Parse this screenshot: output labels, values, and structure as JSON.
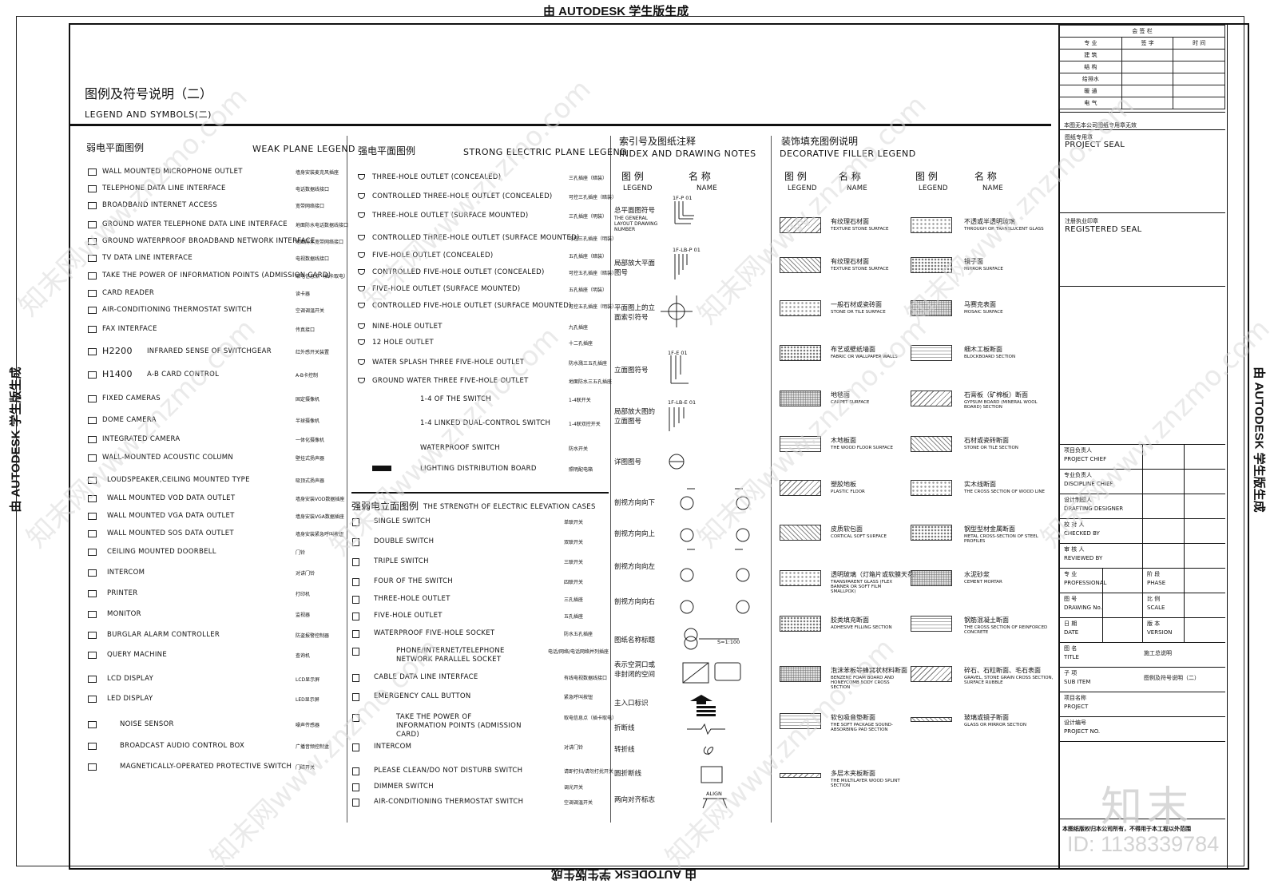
{
  "stamps": {
    "top": "由 AUTODESK 学生版生成",
    "bottom": "由 AUTODESK 学生版生成",
    "left": "由 AUTODESK 学生版生成",
    "right": "由 AUTODESK 学生版生成"
  },
  "title": {
    "zh": "图例及符号说明（二）",
    "en": "LEGEND AND SYMBOLS(二)"
  },
  "weak": {
    "zh": "弱电平面图例",
    "en": "WEAK PLANE LEGEND",
    "items": [
      {
        "en": "WALL MOUNTED MICROPHONE OUTLET",
        "zh": "墙身安装麦克风插座"
      },
      {
        "en": "TELEPHONE DATA LINE INTERFACE",
        "zh": "电话数据线接口"
      },
      {
        "en": "BROADBAND INTERNET ACCESS",
        "zh": "宽带网络接口"
      },
      {
        "en": "GROUND WATER TELEPHONE DATA LINE INTERFACE",
        "zh": "地面防水电话数据线接口"
      },
      {
        "en": "GROUND WATERPROOF BROADBAND NETWORK INTERFACE",
        "zh": "地面防水宽带网络接口"
      },
      {
        "en": "TV DATA LINE INTERFACE",
        "zh": "电视数据线接口"
      },
      {
        "en": "TAKE THE POWER OF INFORMATION POINTS (ADMISSION CARD)",
        "zh": "取电信息点（插卡取电）"
      },
      {
        "en": "CARD READER",
        "zh": "读卡器"
      },
      {
        "en": "AIR-CONDITIONING THERMOSTAT SWITCH",
        "zh": "空调调温开关"
      },
      {
        "en": "FAX INTERFACE",
        "zh": "传真接口"
      },
      {
        "en": "INFRARED SENSE OF SWITCHGEAR",
        "zh": "红外感开关装置",
        "code": "H2200"
      },
      {
        "en": "A-B CARD CONTROL",
        "zh": "A-B卡控制",
        "code": "H1400"
      },
      {
        "en": "FIXED CAMERAS",
        "zh": "固定摄像机"
      },
      {
        "en": "DOME CAMERA",
        "zh": "半球摄像机"
      },
      {
        "en": "INTEGRATED CAMERA",
        "zh": "一体化摄像机"
      },
      {
        "en": "WALL-MOUNTED ACOUSTIC COLUMN",
        "zh": "壁挂式扬声器"
      },
      {
        "en": "LOUDSPEAKER,CEILING MOUNTED TYPE",
        "zh": "吸顶式扬声器"
      },
      {
        "en": "WALL MOUNTED VOD DATA OUTLET",
        "zh": "墙身安装VOD数据插座"
      },
      {
        "en": "WALL MOUNTED VGA DATA OUTLET",
        "zh": "墙身安装VGA数据插座"
      },
      {
        "en": "WALL MOUNTED SOS DATA OUTLET",
        "zh": "墙身安装紧急呼叫按钮"
      },
      {
        "en": "CEILING MOUNTED DOORBELL",
        "zh": "门铃"
      },
      {
        "en": "INTERCOM",
        "zh": "对讲门铃"
      },
      {
        "en": "PRINTER",
        "zh": "打印机"
      },
      {
        "en": "MONITOR",
        "zh": "监视器"
      },
      {
        "en": "BURGLAR ALARM CONTROLLER",
        "zh": "防盗报警控制器"
      },
      {
        "en": "QUERY MACHINE",
        "zh": "查询机"
      },
      {
        "en": "LCD DISPLAY",
        "zh": "LCD显示屏"
      },
      {
        "en": "LED DISPLAY",
        "zh": "LED显示屏"
      },
      {
        "en": "NOISE SENSOR",
        "zh": "噪声传感器"
      },
      {
        "en": "BROADCAST AUDIO CONTROL BOX",
        "zh": "广播音频控制盒"
      },
      {
        "en": "MAGNETICALLY-OPERATED PROTECTIVE SWITCH",
        "zh": "门磁开关"
      }
    ]
  },
  "strong": {
    "zh": "强电平面图例",
    "en": "STRONG ELECTRIC PLANE LEGEND",
    "items": [
      {
        "en": "THREE-HOLE OUTLET (CONCEALED)",
        "zh": "三孔插座（暗装）"
      },
      {
        "en": "CONTROLLED THREE-HOLE OUTLET (CONCEALED)",
        "zh": "可控三孔插座（暗装）"
      },
      {
        "en": "THREE-HOLE OUTLET (SURFACE MOUNTED)",
        "zh": "三孔插座（明装）"
      },
      {
        "en": "CONTROLLED THREE-HOLE OUTLET (SURFACE MOUNTED)",
        "zh": "可控三孔插座（明装）"
      },
      {
        "en": "FIVE-HOLE OUTLET (CONCEALED)",
        "zh": "五孔插座（暗装）"
      },
      {
        "en": "CONTROLLED FIVE-HOLE OUTLET (CONCEALED)",
        "zh": "可控五孔插座（暗装）"
      },
      {
        "en": "FIVE-HOLE OUTLET (SURFACE MOUNTED)",
        "zh": "五孔插座（明装）"
      },
      {
        "en": "CONTROLLED FIVE-HOLE OUTLET (SURFACE MOUNTED)",
        "zh": "可控五孔插座（明装）"
      },
      {
        "en": "NINE-HOLE OUTLET",
        "zh": "九孔插座"
      },
      {
        "en": "12 HOLE OUTLET",
        "zh": "十二孔插座"
      },
      {
        "en": "WATER SPLASH THREE FIVE-HOLE OUTLET",
        "zh": "防水溅三五孔插座"
      },
      {
        "en": "GROUND WATER THREE FIVE-HOLE OUTLET",
        "zh": "地面防水三五孔插座"
      },
      {
        "en": "1-4 OF THE SWITCH",
        "zh": "1-4联开关"
      },
      {
        "en": "1-4 LINKED DUAL-CONTROL SWITCH",
        "zh": "1-4联双控开关"
      },
      {
        "en": "WATERPROOF SWITCH",
        "zh": "防水开关"
      },
      {
        "en": "LIGHTING DISTRIBUTION BOARD",
        "zh": "照明配电箱"
      }
    ]
  },
  "elev": {
    "zh": "强弱电立面图例",
    "en": "THE STRENGTH OF ELECTRIC ELEVATION CASES",
    "items": [
      {
        "en": "SINGLE SWITCH",
        "zh": "单联开关"
      },
      {
        "en": "DOUBLE SWITCH",
        "zh": "双联开关"
      },
      {
        "en": "TRIPLE SWITCH",
        "zh": "三联开关"
      },
      {
        "en": "FOUR OF THE SWITCH",
        "zh": "四联开关"
      },
      {
        "en": "THREE-HOLE OUTLET",
        "zh": "三孔插座"
      },
      {
        "en": "FIVE-HOLE OUTLET",
        "zh": "五孔插座"
      },
      {
        "en": "WATERPROOF FIVE-HOLE SOCKET",
        "zh": "防水五孔插座"
      },
      {
        "en": "PHONE/INTERNET/TELEPHONE NETWORK PARALLEL SOCKET",
        "zh": "电话/网络/电话网络并列插座"
      },
      {
        "en": "CABLE DATA LINE INTERFACE",
        "zh": "有线电视数据线接口"
      },
      {
        "en": "EMERGENCY CALL BUTTON",
        "zh": "紧急呼叫按钮"
      },
      {
        "en": "TAKE THE POWER OF INFORMATION POINTS (ADMISSION CARD)",
        "zh": "取电信息点（插卡取电）"
      },
      {
        "en": "INTERCOM",
        "zh": "对讲门铃"
      },
      {
        "en": "PLEASE CLEAN/DO NOT DISTURB SWITCH",
        "zh": "请即打扫/请勿打扰开关"
      },
      {
        "en": "DIMMER SWITCH",
        "zh": "调光开关"
      },
      {
        "en": "AIR-CONDITIONING THERMOSTAT SWITCH",
        "zh": "空调调温开关"
      }
    ]
  },
  "index": {
    "zh": "索引号及图纸注释",
    "en": "INDEX AND DRAWING NOTES",
    "col1": "图 例",
    "col1en": "LEGEND",
    "col2": "名 称",
    "col2en": "NAME",
    "items": [
      {
        "zh": "总平面图符号",
        "en": "THE GENERAL LAYOUT DRAWING NUMBER"
      },
      {
        "zh": "局部放大平面图号"
      },
      {
        "zh": "平面图上的立面索引符号"
      },
      {
        "zh": "立面图符号"
      },
      {
        "zh": "局部放大图的立面图号"
      },
      {
        "zh": "详图图号"
      },
      {
        "zh": "剖视方向向下"
      },
      {
        "zh": "剖视方向向上"
      },
      {
        "zh": "剖视方向向左"
      },
      {
        "zh": "剖视方向向右"
      },
      {
        "zh": "图纸名称标题"
      },
      {
        "zh": "表示空洞口或非封闭的空间"
      },
      {
        "zh": "主入口标识"
      },
      {
        "zh": "折断线"
      },
      {
        "zh": "转折线"
      },
      {
        "zh": "圆折断线"
      },
      {
        "zh": "两向对齐标志"
      }
    ],
    "codes": [
      "1F-P 01",
      "1F-LB-P 01",
      "1F-E 01",
      "1F-LB-E 01",
      "S=1:100"
    ],
    "align": "ALIGN"
  },
  "filler": {
    "zh": "装饰填充图例说明",
    "en": "DECORATIVE FILLER LEGEND",
    "col1": "图 例",
    "col1en": "LEGEND",
    "col2": "名 称",
    "col2en": "NAME",
    "left": [
      {
        "zh": "有纹理石材面",
        "en": "TEXTURE STONE SURFACE"
      },
      {
        "zh": "有纹理石材面",
        "en": "TEXTURE STONE SURFACE"
      },
      {
        "zh": "一般石材或瓷砖面",
        "en": "STONE OR TILE SURFACE"
      },
      {
        "zh": "布艺或壁纸墙面",
        "en": "FABRIC OR WALLPAPER WALLS"
      },
      {
        "zh": "地毯面",
        "en": "CARPET SURFACE"
      },
      {
        "zh": "木地板面",
        "en": "THE WOOD FLOOR SURFACE"
      },
      {
        "zh": "塑胶地板",
        "en": "PLASTIC FLOOR"
      },
      {
        "zh": "皮质软包面",
        "en": "CORTICAL SOFT SURFACE"
      },
      {
        "zh": "透明玻璃（灯箱片或软膜天花）",
        "en": "TRANSPARENT GLASS (FLEX BANNER OR SOFT FILM SMALLPOX)"
      },
      {
        "zh": "胶类填充断面",
        "en": "ADHESIVE FILLING SECTION"
      },
      {
        "zh": "泡沫苯板等蜂窝状材料断面",
        "en": "BENZENE FOAM BOARD AND HONEYCOMB BODY CROSS SECTION"
      },
      {
        "zh": "软包吸音垫断面",
        "en": "THE SOFT PACKAGE SOUND-ABSORBING PAD SECTION"
      },
      {
        "zh": "多层木夹板断面",
        "en": "THE MULTILAYER WOOD SPLINT SECTION"
      }
    ],
    "right": [
      {
        "zh": "不透或半透明玻璃",
        "en": "THROUGH OR TRANSLUCENT GLASS"
      },
      {
        "zh": "镜子面",
        "en": "MIRROR SURFACE"
      },
      {
        "zh": "马赛克表面",
        "en": "MOSAIC SURFACE"
      },
      {
        "zh": "细木工板断面",
        "en": "BLOCKBOARD SECTION"
      },
      {
        "zh": "石膏板（矿棉板）断面",
        "en": "GYPSUM BOARD (MINERAL WOOL BOARD) SECTION"
      },
      {
        "zh": "石材或瓷砖断面",
        "en": "STONE OR TILE SECTION"
      },
      {
        "zh": "实木线断面",
        "en": "THE CROSS SECTION OF WOOD LINE"
      },
      {
        "zh": "钢型型材金属断面",
        "en": "METAL CROSS-SECTION OF STEEL PROFILES"
      },
      {
        "zh": "水泥砂浆",
        "en": "CEMENT MORTAR"
      },
      {
        "zh": "钢筋混凝土断面",
        "en": "THE CROSS SECTION OF REINFORCED CONCRETE"
      },
      {
        "zh": "碎石、石粒断面、毛石表面",
        "en": "GRAVEL, STONE GRAIN CROSS SECTION, SURFACE RUBBLE"
      },
      {
        "zh": "玻璃或镜子断面",
        "en": "GLASS OR MIRROR SECTION"
      }
    ]
  },
  "titleblock": {
    "sign_header": "会 签 栏",
    "sign_cols": [
      "专 业",
      "签 字",
      "时 间"
    ],
    "sign_rows": [
      "建 筑",
      "结 构",
      "给排水",
      "暖 通",
      "电 气"
    ],
    "notice": "本图无本公司图纸专用章无效",
    "project_seal_zh": "图纸专用章",
    "project_seal": "PROJECT SEAL",
    "registered_seal_zh": "注册执业印章",
    "registered_seal": "REGISTERED SEAL",
    "people": [
      {
        "zh": "项目负责人",
        "en": "PROJECT CHIEF"
      },
      {
        "zh": "专业负责人",
        "en": "DISCIPLINE CHIEF"
      },
      {
        "zh": "设计制图人",
        "en": "DRAFTING DESIGNER"
      },
      {
        "zh": "校 对 人",
        "en": "CHECKED BY"
      },
      {
        "zh": "审 核 人",
        "en": "REVIEWED BY"
      }
    ],
    "pairs": [
      {
        "zh": "专 业",
        "en": "PROFESSIONAL",
        "zh2": "阶 段",
        "en2": "PHASE"
      },
      {
        "zh": "图 号",
        "en": "DRAWING No.",
        "zh2": "比 例",
        "en2": "SCALE"
      },
      {
        "zh": "日 期",
        "en": "DATE",
        "zh2": "版 本",
        "en2": "VERSION"
      }
    ],
    "title_zh": "图 名",
    "title_en": "TITLE",
    "title_val": "施工总说明",
    "sub_zh": "子 项",
    "sub_en": "SUB ITEM",
    "sub_val": "图例及符号说明（二）",
    "proj_zh": "项目名称",
    "proj_en": "PROJECT",
    "projno_zh": "设计编号",
    "projno_en": "PROJECT NO.",
    "copyright": "本图纸版权归本公司所有，不得用于本工程以外范围"
  },
  "watermark": {
    "site": "知末网www.znzmo.com",
    "logo": "知末",
    "id": "ID: 1138339784"
  }
}
